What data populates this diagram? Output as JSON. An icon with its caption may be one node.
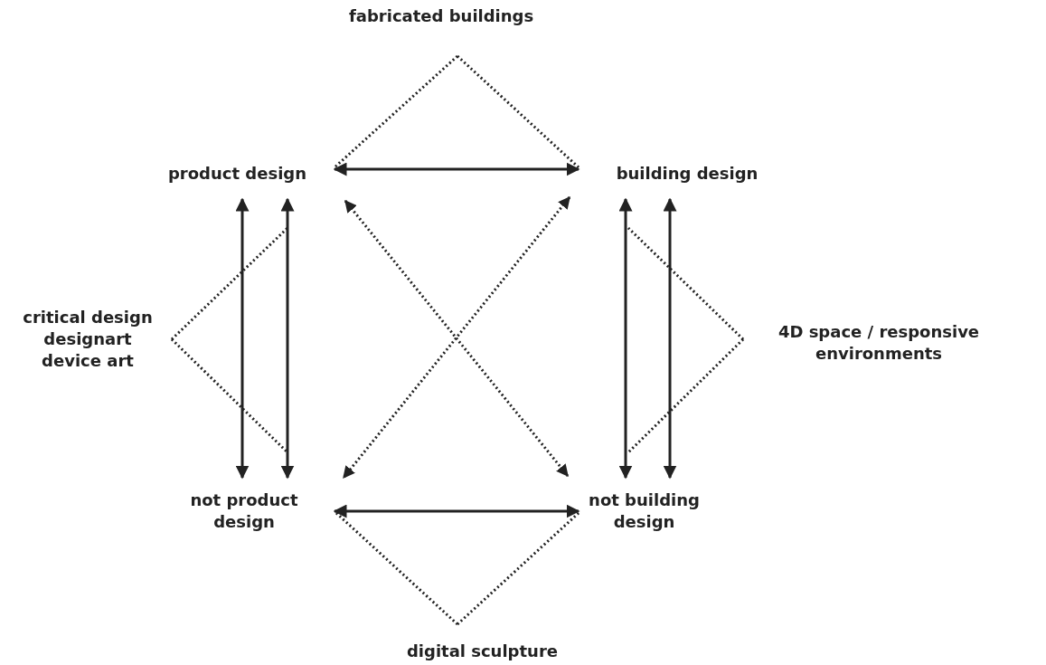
{
  "diagram": {
    "nodes": [
      {
        "text": [
          "fabricated buildings"
        ]
      },
      {
        "text": [
          "product design"
        ]
      },
      {
        "text": [
          "building design"
        ]
      },
      {
        "text": [
          "critical design",
          "designart",
          "device art"
        ]
      },
      {
        "text": [
          "4D space / responsive environments"
        ]
      },
      {
        "text": [
          "not product design"
        ]
      },
      {
        "text": [
          "not building design"
        ]
      },
      {
        "text": [
          "digital sculpture"
        ]
      }
    ],
    "edges": [
      {
        "from": 1,
        "to": 2,
        "arrow": "both"
      },
      {
        "from": 1,
        "to": 5,
        "arrow": "both"
      },
      {
        "from": 1,
        "to": 5,
        "arrow": "both"
      },
      {
        "from": 2,
        "to": 6,
        "arrow": "both"
      },
      {
        "from": 2,
        "to": 6,
        "arrow": "both"
      },
      {
        "from": 5,
        "to": 6,
        "arrow": "both"
      },
      {
        "from": 1,
        "to": 6,
        "arrow": "both",
        "style": "dashed"
      },
      {
        "from": 2,
        "to": 5,
        "arrow": "both",
        "style": "dashed"
      },
      {
        "from": 0,
        "to": 1,
        "arrow": "none",
        "style": "dashed"
      },
      {
        "from": 0,
        "to": 2,
        "arrow": "none",
        "style": "dashed"
      },
      {
        "from": 3,
        "to": 1,
        "arrow": "none",
        "style": "dashed"
      },
      {
        "from": 3,
        "to": 5,
        "arrow": "none",
        "style": "dashed"
      },
      {
        "from": 4,
        "to": 2,
        "arrow": "none",
        "style": "dashed"
      },
      {
        "from": 4,
        "to": 6,
        "arrow": "none",
        "style": "dashed"
      },
      {
        "from": 7,
        "to": 5,
        "arrow": "none",
        "style": "dashed"
      },
      {
        "from": 7,
        "to": 6,
        "arrow": "none",
        "style": "dashed"
      }
    ]
  }
}
